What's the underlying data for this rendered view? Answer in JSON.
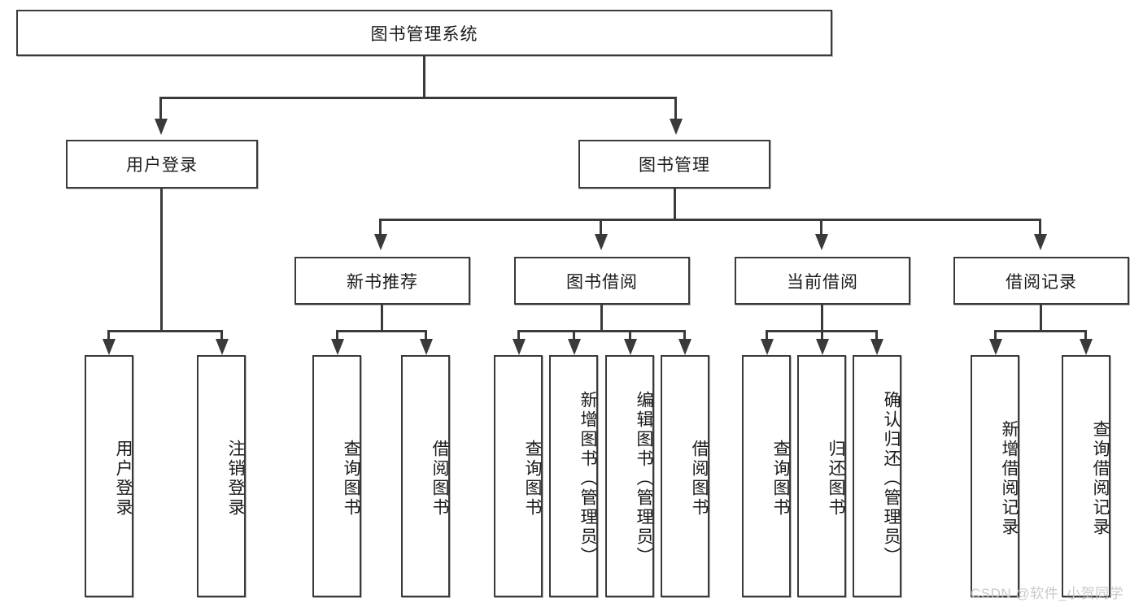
{
  "diagram": {
    "title": "图书管理系统",
    "type": "hierarchy-tree",
    "root": {
      "label": "图书管理系统"
    },
    "level2": [
      {
        "label": "用户登录"
      },
      {
        "label": "图书管理"
      }
    ],
    "level3": [
      {
        "label": "新书推荐"
      },
      {
        "label": "图书借阅"
      },
      {
        "label": "当前借阅"
      },
      {
        "label": "借阅记录"
      }
    ],
    "leaves": {
      "user_login": [
        {
          "label": "用户登录"
        },
        {
          "label": "注销登录"
        }
      ],
      "new_book_recommend": [
        {
          "label": "查询图书"
        },
        {
          "label": "借阅图书"
        }
      ],
      "book_borrow": [
        {
          "label": "查询图书"
        },
        {
          "label": "新增图书（管理员）"
        },
        {
          "label": "编辑图书（管理员）"
        },
        {
          "label": "借阅图书"
        }
      ],
      "current_borrow": [
        {
          "label": "查询图书"
        },
        {
          "label": "归还图书"
        },
        {
          "label": "确认归还（管理员）"
        }
      ],
      "borrow_record": [
        {
          "label": "新增借阅记录"
        },
        {
          "label": "查询借阅记录"
        }
      ]
    }
  },
  "watermark": {
    "text": "CSDN @软件_小贺同学"
  },
  "colors": {
    "stroke": "#3a3a3a",
    "fill": "#ffffff",
    "text": "#1a1a1a",
    "watermark": "#c9c9c9"
  }
}
